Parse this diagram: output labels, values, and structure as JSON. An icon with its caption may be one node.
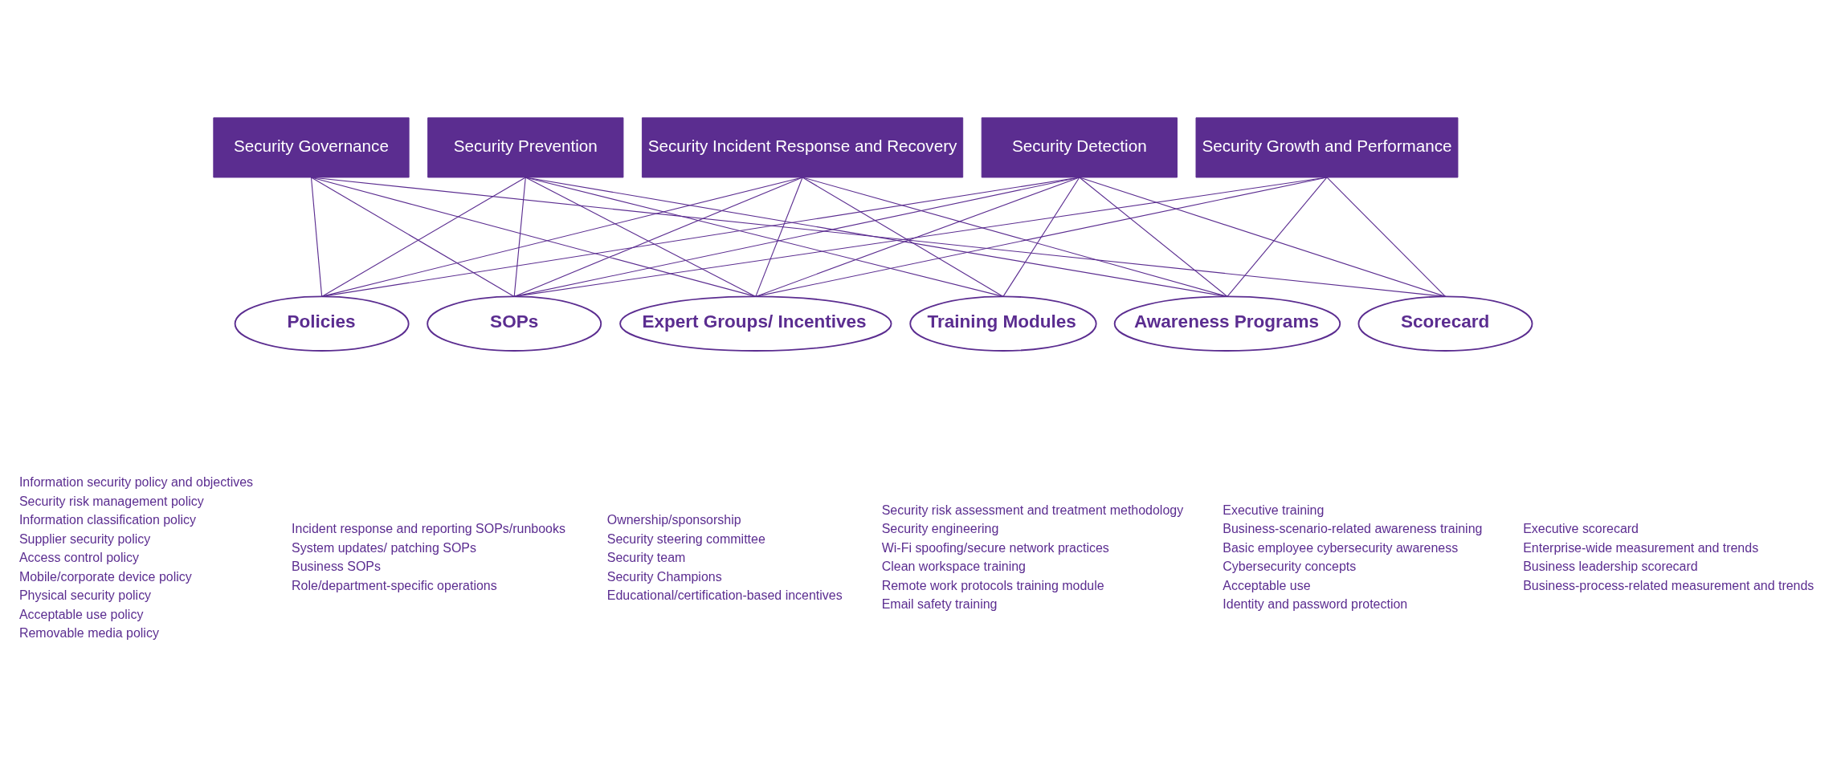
{
  "diagram": {
    "nodes": [
      {
        "text": [
          "Security Governance"
        ]
      },
      {
        "text": [
          "Security Prevention"
        ]
      },
      {
        "text": [
          "Security Incident Response and Recovery"
        ]
      },
      {
        "text": [
          "Security Detection"
        ]
      },
      {
        "text": [
          "Security Growth and Performance"
        ]
      },
      {
        "text": [
          "Policies"
        ],
        "beside": [
          "Information security policy and objectives",
          "Security risk management policy",
          "Information classification policy",
          "Supplier security policy",
          "Access control policy",
          "Mobile/corporate device policy",
          "Physical security policy",
          "Acceptable use policy",
          "Removable media policy"
        ]
      },
      {
        "text": [
          "SOPs"
        ],
        "beside": [
          "Incident response and reporting SOPs/runbooks",
          "System updates/ patching SOPs",
          "Business SOPs",
          "Role/department-specific operations"
        ]
      },
      {
        "text": [
          "Expert Groups/ Incentives"
        ],
        "beside": [
          "Ownership/sponsorship",
          "Security steering committee",
          "Security team",
          "Security Champions",
          "Educational/certification-based incentives"
        ]
      },
      {
        "text": [
          "Training Modules"
        ],
        "beside": [
          "Security risk assessment and treatment methodology",
          "Security engineering",
          "Wi-Fi spoofing/secure network practices",
          "Clean workspace training",
          "Remote work protocols training module",
          "Email safety training"
        ]
      },
      {
        "text": [
          "Awareness Programs"
        ],
        "beside": [
          "Executive training",
          "Business-scenario-related awareness training",
          "Basic employee cybersecurity awareness",
          "Cybersecurity concepts",
          "Acceptable use",
          "Identity and password protection"
        ]
      },
      {
        "text": [
          "Scorecard"
        ],
        "beside": [
          "Executive scorecard",
          "Enterprise-wide measurement and trends",
          "Business leadership scorecard",
          "Business-process-related measurement and trends"
        ]
      }
    ],
    "edges": [
      {
        "from": 0,
        "to": 5,
        "arrow": "none"
      },
      {
        "from": 0,
        "to": 6,
        "arrow": "none"
      },
      {
        "from": 0,
        "to": 7,
        "arrow": "none"
      },
      {
        "from": 0,
        "to": 10,
        "arrow": "none"
      },
      {
        "from": 1,
        "to": 5,
        "arrow": "none"
      },
      {
        "from": 1,
        "to": 6,
        "arrow": "none"
      },
      {
        "from": 1,
        "to": 7,
        "arrow": "none"
      },
      {
        "from": 1,
        "to": 8,
        "arrow": "none"
      },
      {
        "from": 1,
        "to": 9,
        "arrow": "none"
      },
      {
        "from": 2,
        "to": 5,
        "arrow": "none"
      },
      {
        "from": 2,
        "to": 6,
        "arrow": "none"
      },
      {
        "from": 2,
        "to": 7,
        "arrow": "none"
      },
      {
        "from": 2,
        "to": 8,
        "arrow": "none"
      },
      {
        "from": 2,
        "to": 9,
        "arrow": "none"
      },
      {
        "from": 3,
        "to": 5,
        "arrow": "none"
      },
      {
        "from": 3,
        "to": 6,
        "arrow": "none"
      },
      {
        "from": 3,
        "to": 7,
        "arrow": "none"
      },
      {
        "from": 3,
        "to": 8,
        "arrow": "none"
      },
      {
        "from": 3,
        "to": 9,
        "arrow": "none"
      },
      {
        "from": 3,
        "to": 10,
        "arrow": "none"
      },
      {
        "from": 4,
        "to": 6,
        "arrow": "none"
      },
      {
        "from": 4,
        "to": 7,
        "arrow": "none"
      },
      {
        "from": 4,
        "to": 9,
        "arrow": "none"
      },
      {
        "from": 4,
        "to": 10,
        "arrow": "none"
      }
    ]
  }
}
